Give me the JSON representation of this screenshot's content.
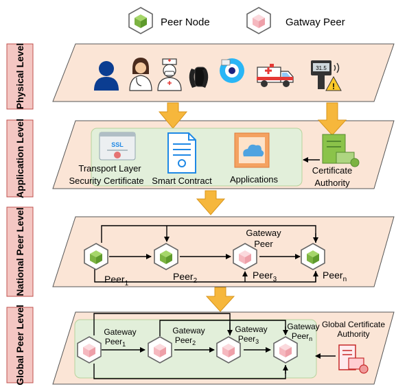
{
  "legend": {
    "peer_node": "Peer Node",
    "gateway_peer": "Gatway Peer"
  },
  "levels": {
    "physical": "Physical Level",
    "application": "Application Level",
    "national": "National Peer Level",
    "global": "Global Peer Level"
  },
  "physical_icons": [
    "user-icon",
    "doctor-icon",
    "nurse-icon",
    "fitness-band-icon",
    "camera-icon",
    "ambulance-icon",
    "thermal-scanner-icon"
  ],
  "thermal_reading": "31.5",
  "application": {
    "ssl_badge": "SSL",
    "tls_line1": "Transport Layer",
    "tls_line2": "Security Certificate",
    "smart_contract": "Smart Contract",
    "applications": "Applications",
    "ca_line1": "Certificate",
    "ca_line2": "Authority"
  },
  "national": {
    "gateway_line1": "Gateway",
    "gateway_line2": "Peer",
    "peers": [
      {
        "base": "Peer",
        "sub": "1"
      },
      {
        "base": "Peer",
        "sub": "2"
      },
      {
        "base": "Peer",
        "sub": "3"
      },
      {
        "base": "Peer",
        "sub": "n"
      }
    ]
  },
  "global": {
    "gateways": [
      {
        "line1": "Gateway",
        "base": "Peer",
        "sub": "1"
      },
      {
        "line1": "Gateway",
        "base": "Peer",
        "sub": "2"
      },
      {
        "line1": "Gateway",
        "base": "Peer",
        "sub": "3"
      },
      {
        "line1": "Gateway",
        "base": "Peer",
        "sub": "n"
      }
    ],
    "gca_line1": "Global Certificate",
    "gca_line2": "Authority"
  },
  "colors": {
    "level_fill": "#fbe5d6",
    "label_fill": "#f4c7c3",
    "app_box": "#e2efda",
    "arrow": "#f6b73c",
    "peer_green": "#8bc34a",
    "peer_pink": "#f8cbd0"
  }
}
